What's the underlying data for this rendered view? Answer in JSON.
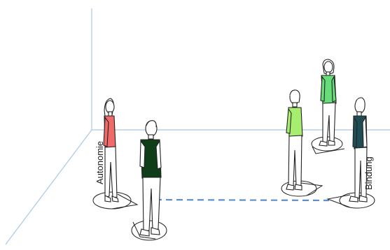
{
  "labels": {
    "autonomie": "Autonomie",
    "bindung": "Bindung"
  },
  "colors": {
    "room_lines": "#a9c8e8",
    "dashed_line": "#5b8fd0",
    "outline": "#222222",
    "skin": "#ffffff",
    "pants": "#ffffff",
    "figure_autonomie_shirt": "#f06a6a",
    "figure_center_shirt": "#0f3d17",
    "figure_green_left_shirt": "#a8ee6e",
    "figure_green_back_shirt": "#66dd78",
    "figure_bindung_shirt": "#1e4d55"
  },
  "figures": [
    {
      "id": "autonomie-person",
      "shirt": "figure_autonomie_shirt"
    },
    {
      "id": "center-person",
      "shirt": "figure_center_shirt"
    },
    {
      "id": "green-left-person",
      "shirt": "figure_green_left_shirt"
    },
    {
      "id": "green-back-person",
      "shirt": "figure_green_back_shirt"
    },
    {
      "id": "bindung-person",
      "shirt": "figure_bindung_shirt"
    }
  ]
}
